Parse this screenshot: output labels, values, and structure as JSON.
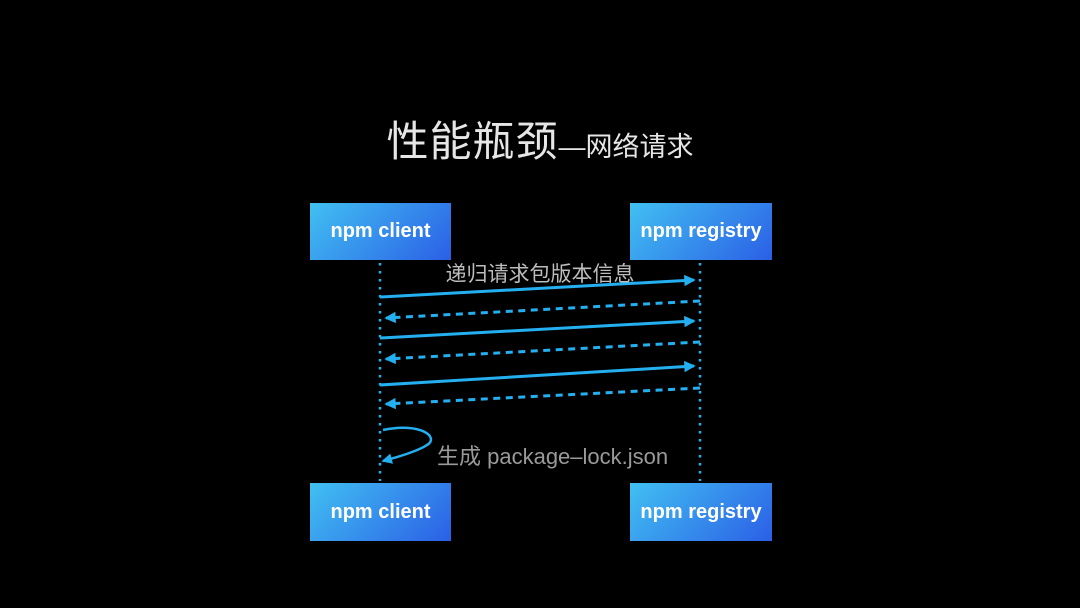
{
  "slide": {
    "title_main": "性能瓶颈",
    "title_sub": "—网络请求",
    "colors": {
      "background": "#000000",
      "accent_cyan": "#24aff0",
      "box_gradient_start": "#41c0f2",
      "box_gradient_end": "#2b5fe6",
      "title_text": "#e6e6e6",
      "request_label_text": "#bdbdbd",
      "loop_label_text": "#9a9a9a",
      "box_text": "#ffffff"
    }
  },
  "diagram": {
    "type": "sequence-diagram",
    "actors": {
      "top_left": "npm client",
      "top_right": "npm registry",
      "bottom_left": "npm client",
      "bottom_right": "npm registry"
    },
    "labels": {
      "request_label": "递归请求包版本信息",
      "self_loop_label": "生成 package–lock.json"
    },
    "edges": [
      {
        "from": "npm client",
        "to": "npm registry",
        "style": "solid",
        "direction": "right",
        "label": "递归请求包版本信息"
      },
      {
        "from": "npm registry",
        "to": "npm client",
        "style": "dashed",
        "direction": "left"
      },
      {
        "from": "npm client",
        "to": "npm registry",
        "style": "solid",
        "direction": "right"
      },
      {
        "from": "npm registry",
        "to": "npm client",
        "style": "dashed",
        "direction": "left"
      },
      {
        "from": "npm client",
        "to": "npm registry",
        "style": "solid",
        "direction": "right"
      },
      {
        "from": "npm registry",
        "to": "npm client",
        "style": "dashed",
        "direction": "left"
      },
      {
        "type": "self-loop",
        "on": "npm client",
        "label": "生成 package–lock.json"
      }
    ]
  }
}
